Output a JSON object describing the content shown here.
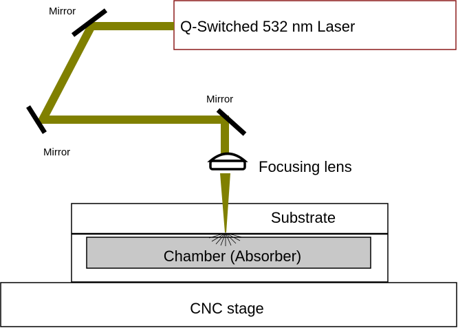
{
  "labels": {
    "laser": "Q-Switched 532 nm Laser",
    "mirror_top": "Mirror",
    "mirror_left": "Mirror",
    "mirror_right": "Mirror",
    "lens": "Focusing lens",
    "substrate": "Substrate",
    "chamber": "Chamber (Absorber)",
    "stage": "CNC stage"
  },
  "colors": {
    "beam": "#808000",
    "chamber_fill": "#c8c8c8",
    "laser_border": "#8b1a1a",
    "outline": "#000000"
  },
  "icons": {
    "mirror": "mirror-icon",
    "lens": "focusing-lens-icon",
    "focal_point": "absorption-burst-icon"
  }
}
